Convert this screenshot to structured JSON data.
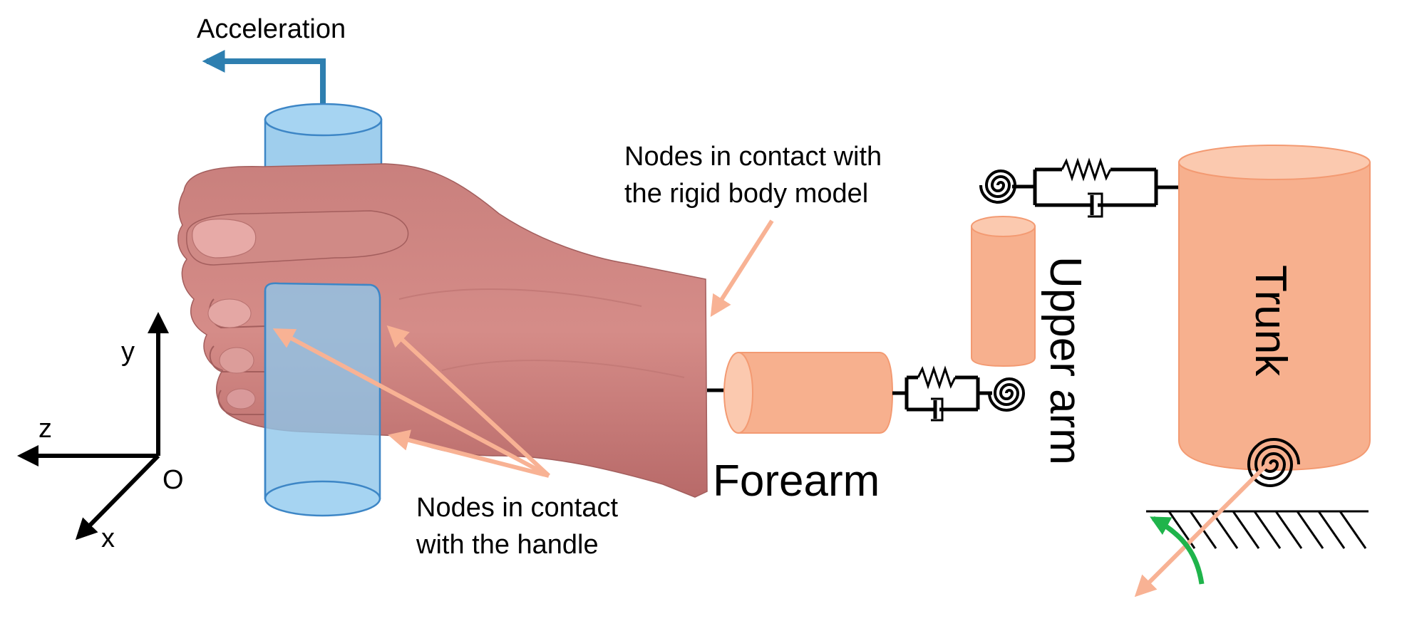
{
  "labels": {
    "acceleration": "Acceleration",
    "nodes_rigid_line1": "Nodes in contact with",
    "nodes_rigid_line2": "the rigid body model",
    "nodes_handle_line1": "Nodes in contact",
    "nodes_handle_line2": "with the handle",
    "forearm": "Forearm",
    "upper_arm": "Upper arm",
    "trunk": "Trunk",
    "axis_x": "x",
    "axis_y": "y",
    "axis_z": "z",
    "origin": "O"
  },
  "colors": {
    "acceleration_arrow": "#2e7fb0",
    "handle_fill": "#8ec6ea",
    "handle_stroke": "#3d86c6",
    "hand_skin": "#cc7f7c",
    "hand_skin_dark": "#b86a69",
    "segment_fill": "#f7b08e",
    "segment_stroke": "#f39a72",
    "pointer_arrow": "#f8b294",
    "rotation_arrow": "#1fb44b",
    "mechanical": "#000000"
  },
  "icons": {
    "torsion_spring": "spiral-spring-icon",
    "linear_spring": "zigzag-spring-icon",
    "damper": "dashpot-icon",
    "ground": "hatched-ground-icon"
  }
}
